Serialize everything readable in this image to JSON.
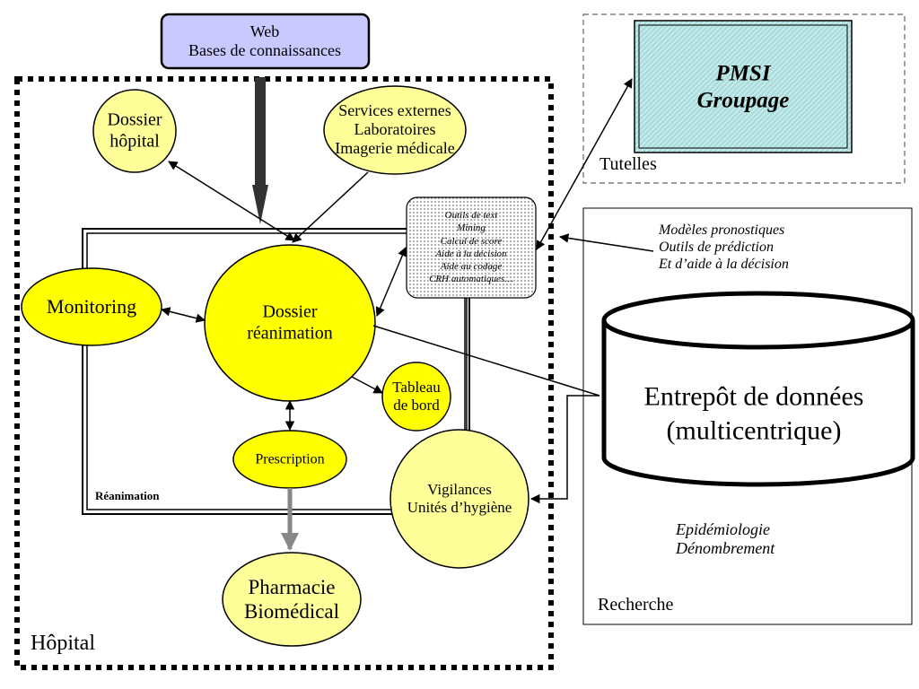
{
  "web": {
    "lines": [
      "Web",
      "Bases de connaissances"
    ]
  },
  "pmsi": {
    "lines": [
      "PMSI",
      "Groupage"
    ]
  },
  "tutelles": "Tutelles",
  "dossier_hopital": {
    "lines": [
      "Dossier",
      "hôpital"
    ]
  },
  "services": {
    "lines": [
      "Services externes",
      "Laboratoires",
      "Imagerie médicale"
    ]
  },
  "tools": {
    "lines": [
      "Outils de text",
      "Mining",
      "Calcul de score",
      "Aide à la décision",
      "Aide au codage",
      "CRH automatiques…"
    ]
  },
  "modeles": {
    "lines": [
      "Modèles pronostiques",
      "Outils de prédiction",
      "Et d’aide à la décision"
    ]
  },
  "monitoring": "Monitoring",
  "dossier_rea": {
    "lines": [
      "Dossier",
      "réanimation"
    ]
  },
  "tableau": {
    "lines": [
      "Tableau",
      "de bord"
    ]
  },
  "prescription": "Prescription",
  "reanimation": "Réanimation",
  "vigilances": {
    "lines": [
      "Vigilances",
      "Unités d’hygiène"
    ]
  },
  "entrepot": {
    "lines": [
      "Entrepôt de données",
      "(multicentrique)"
    ]
  },
  "epidemio": {
    "lines": [
      "Epidémiologie",
      "Dénombrement"
    ]
  },
  "recherche": "Recherche",
  "pharmacie": {
    "lines": [
      "Pharmacie",
      "Biomédical"
    ]
  },
  "hopital": "Hôpital",
  "colors": {
    "ellipse_fill": "#ffff99",
    "core_fill": "#ffff00",
    "web_fill": "#c9c9ff",
    "pmsi_fill": "#aadddd"
  }
}
